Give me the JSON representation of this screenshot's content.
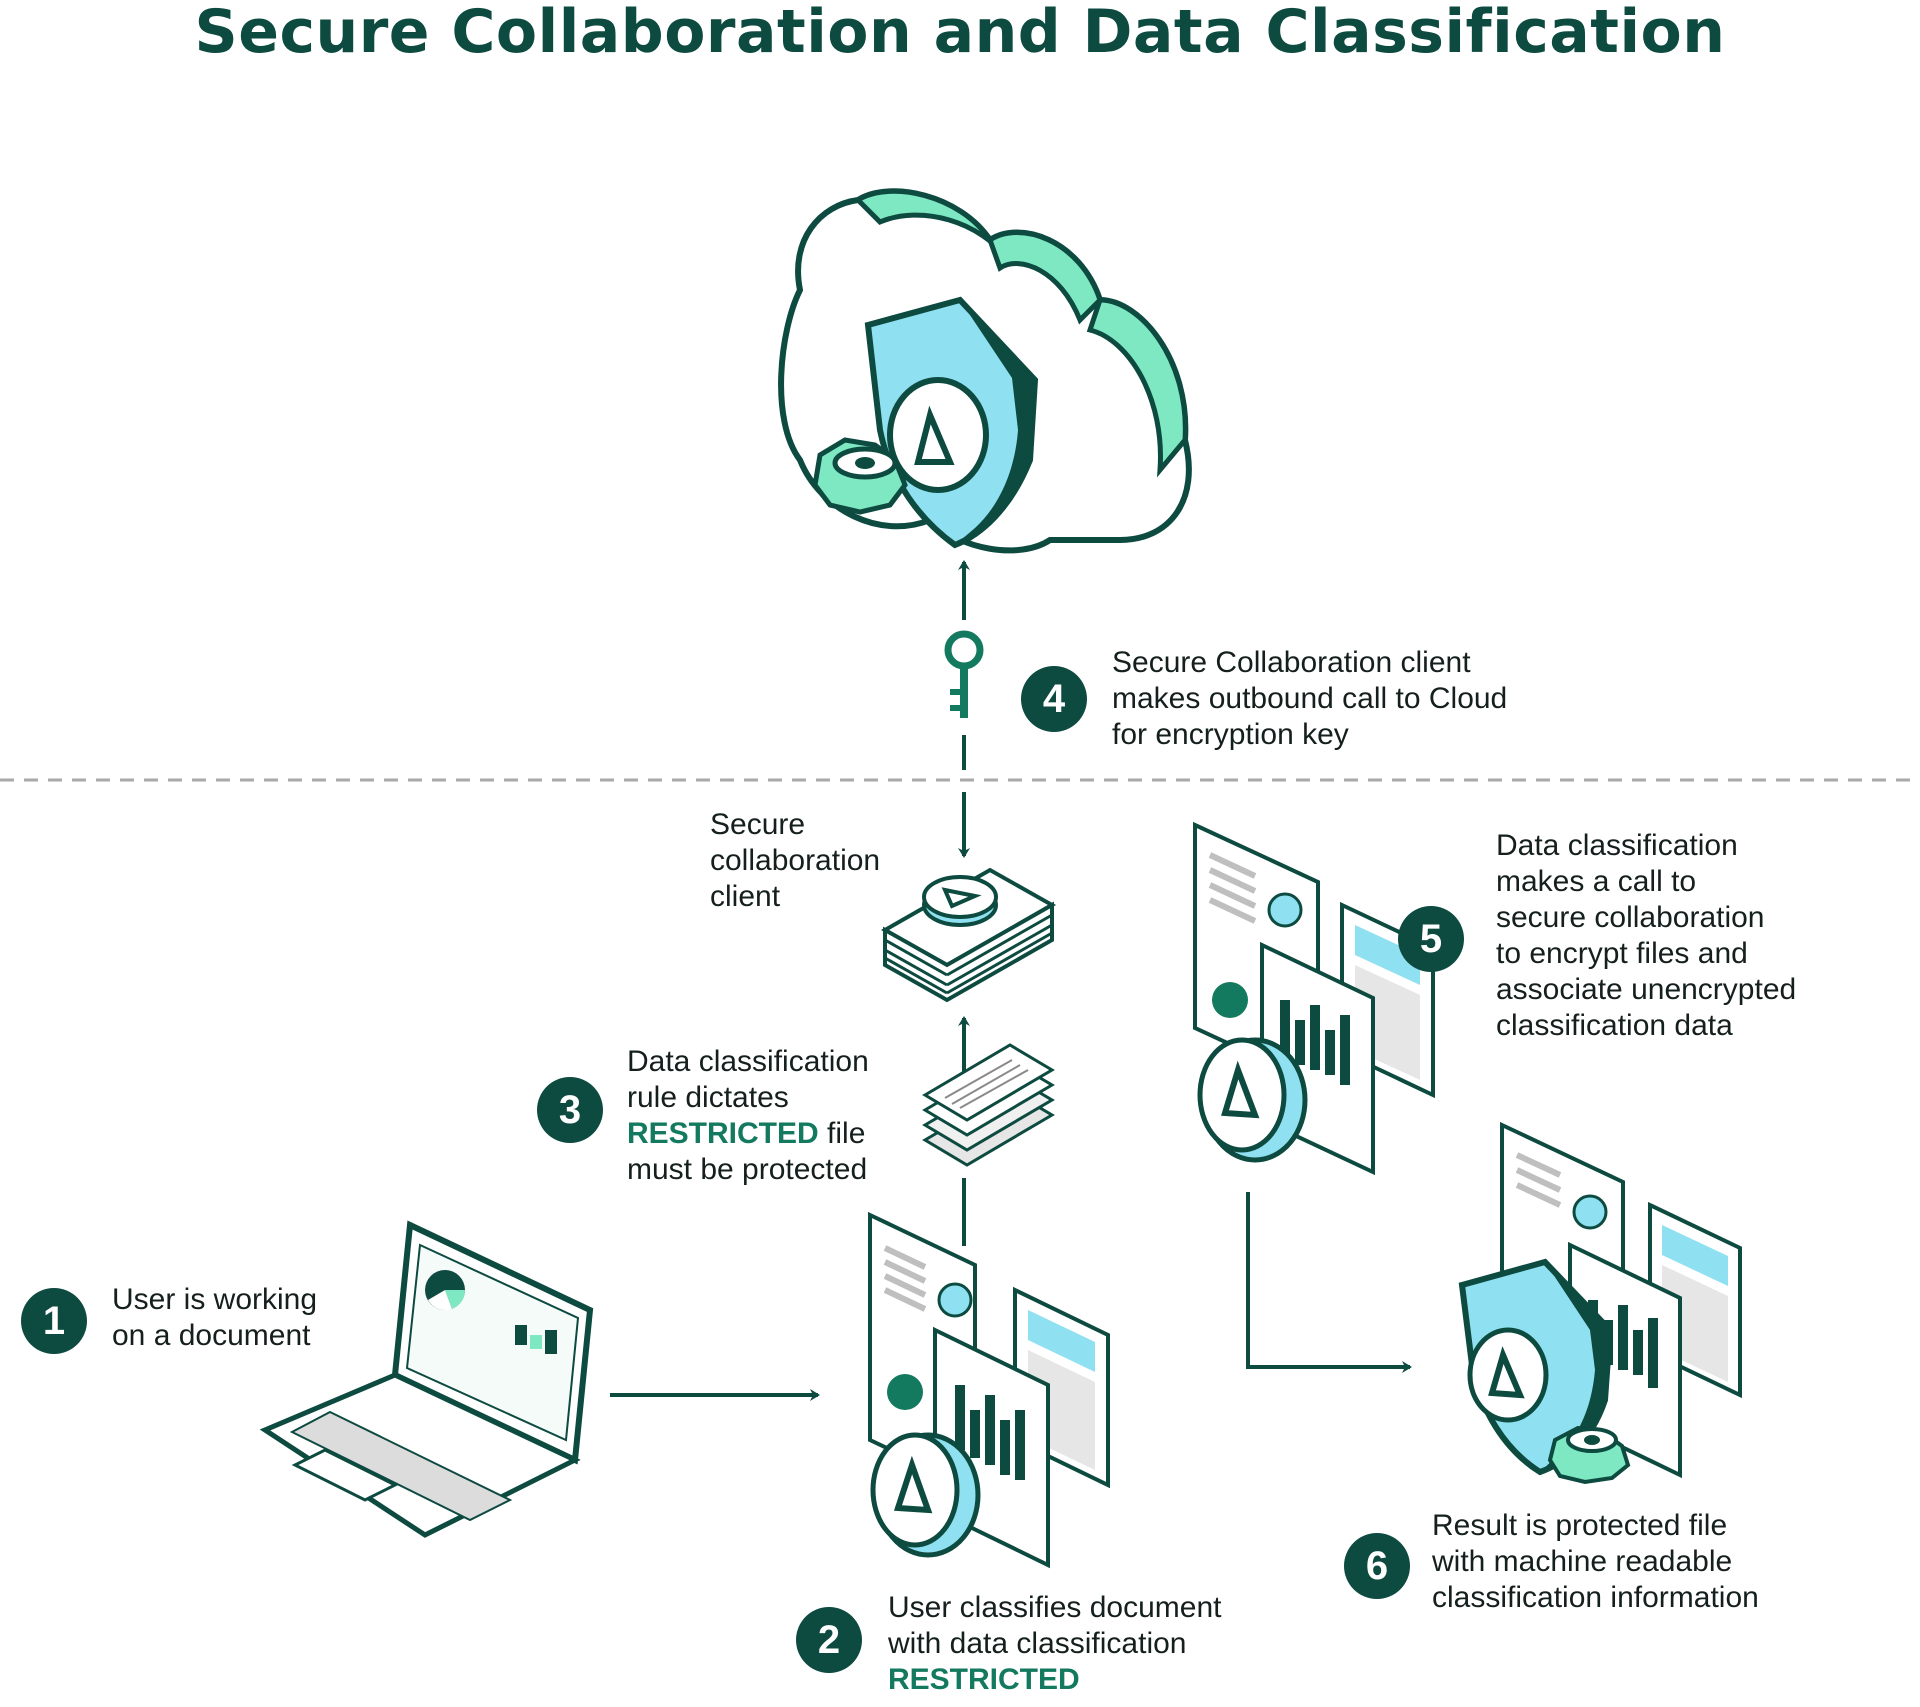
{
  "title": "Secure Collaboration and Data Classification",
  "colors": {
    "dark": "#0d4a40",
    "mint": "#7ee8c2",
    "light_blue": "#8fe0f0",
    "accent": "#137a5f"
  },
  "steps": [
    {
      "number": "1",
      "text_lines": [
        "User is working",
        "on a document"
      ]
    },
    {
      "number": "2",
      "text_lines": [
        "User classifies document",
        "with data classification"
      ],
      "emphasis": "RESTRICTED"
    },
    {
      "number": "3",
      "text_lines": [
        "Data classification",
        "rule dictates"
      ],
      "emphasis": "RESTRICTED",
      "after_emphasis": " file",
      "last_line": "must be protected"
    },
    {
      "number": "4",
      "text_lines": [
        "Secure Collaboration client",
        "makes outbound call to Cloud",
        "for encryption key"
      ]
    },
    {
      "number": "5",
      "text_lines": [
        "Data classification",
        "makes a call to",
        "secure collaboration",
        "to encrypt files and",
        "associate unencrypted",
        "classification data"
      ]
    },
    {
      "number": "6",
      "text_lines": [
        "Result is protected file",
        "with machine readable",
        "classification information"
      ]
    }
  ],
  "client_label": [
    "Secure",
    "collaboration",
    "client"
  ],
  "icons": [
    "cloud-icon",
    "shield-icon",
    "gear-icon",
    "key-icon",
    "laptop-icon",
    "document-stack-icon",
    "server-stack-icon",
    "paper-stack-icon"
  ]
}
